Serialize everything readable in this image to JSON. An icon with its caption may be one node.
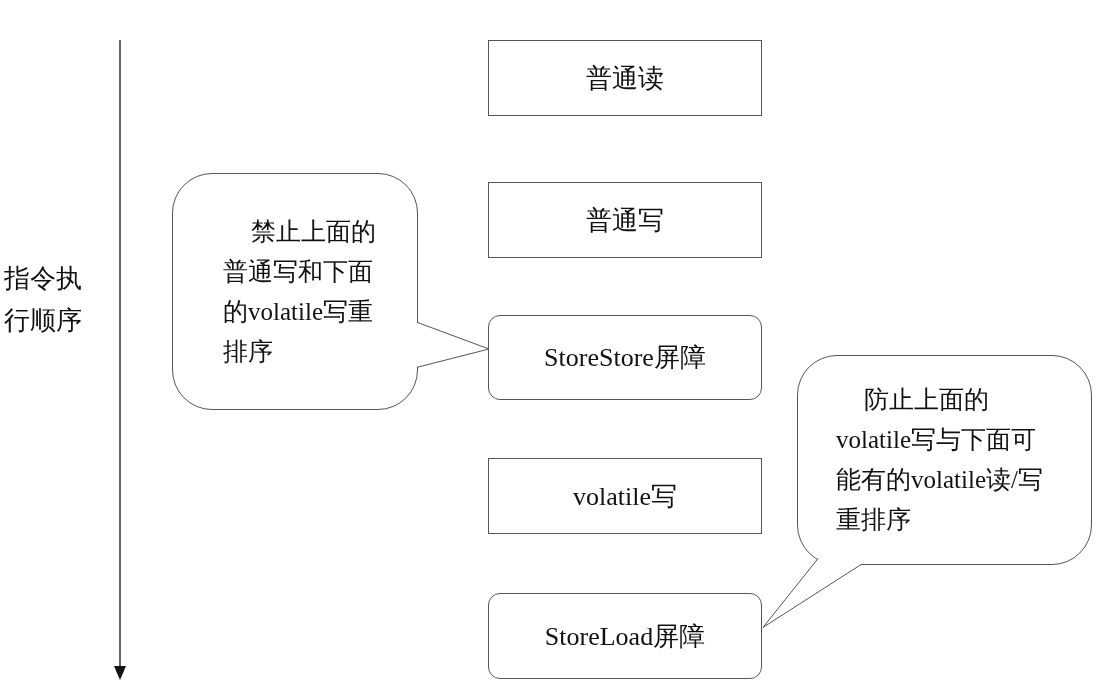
{
  "diagram": {
    "nodes": [
      {
        "text": [
          "普通读"
        ]
      },
      {
        "text": [
          "普通写"
        ]
      },
      {
        "text": [
          "StoreStore屏障"
        ]
      },
      {
        "text": [
          "volatile写"
        ]
      },
      {
        "text": [
          "StoreLoad屏障"
        ]
      },
      {
        "text": [
          "禁止上面的普通写和下面的volatile写重排序"
        ]
      },
      {
        "text": [
          "防止上面的volatile写与下面可能有的volatile读/写重排序"
        ]
      }
    ],
    "edges": [
      {
        "from": 5,
        "to": 2,
        "arrow": "none"
      },
      {
        "from": 6,
        "to": 4,
        "arrow": "none"
      }
    ],
    "labels": [
      "指令执行顺序"
    ]
  }
}
